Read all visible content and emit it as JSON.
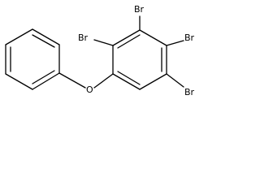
{
  "molecule": {
    "atoms": {
      "br_top": "Br",
      "br_upper_left": "Br",
      "br_right_upper": "Br",
      "br_right_lower": "Br",
      "oxygen": "O"
    },
    "bond_color": "#000000",
    "background_color": "#ffffff"
  }
}
